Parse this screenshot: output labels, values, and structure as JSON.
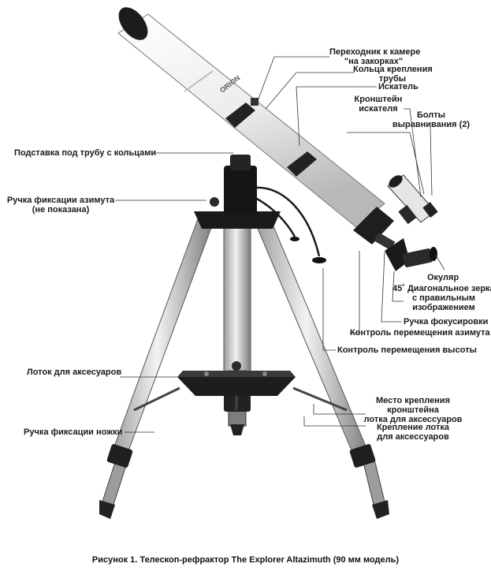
{
  "labels": {
    "camera_adapter": "Переходник к камере",
    "camera_adapter_2": "\"на закорках\"",
    "tube_rings": "Кольца крепления",
    "tube_rings_2": "трубы",
    "finder": "Искатель",
    "finder_bracket": "Кронштейн",
    "finder_bracket_2": "искателя",
    "alignment_bolts": "Болты",
    "alignment_bolts_2": "выравнивания (2)",
    "tube_mount": "Подставка под трубу с кольцами",
    "azimuth_lock": "Ручка фиксации азимута",
    "azimuth_lock_2": "(не показана)",
    "eyepiece": "Окуляр",
    "diagonal_prefix": "45˚",
    "diagonal": "Диагональное зеркало",
    "diagonal_2": "с правильным",
    "diagonal_3": "изображением",
    "focus_knob": "Ручка фокусировки",
    "azimuth_control": "Контроль перемещения азимута",
    "altitude_control": "Контроль перемещения высоты",
    "accessory_tray": "Лоток для аксесуаров",
    "tray_bracket_place": "Место крепления",
    "tray_bracket_place_2": "кронштейна",
    "tray_bracket_place_3": "лотка для аксессуаров",
    "tray_mount": "Крепление лотка",
    "tray_mount_2": "для аксессуаров",
    "leg_lock": "Ручка фиксации ножки"
  },
  "caption": "Рисунок 1. Телескоп-рефрактор The Explorer Altazimuth (90 мм модель)",
  "brand_text": "ORION"
}
